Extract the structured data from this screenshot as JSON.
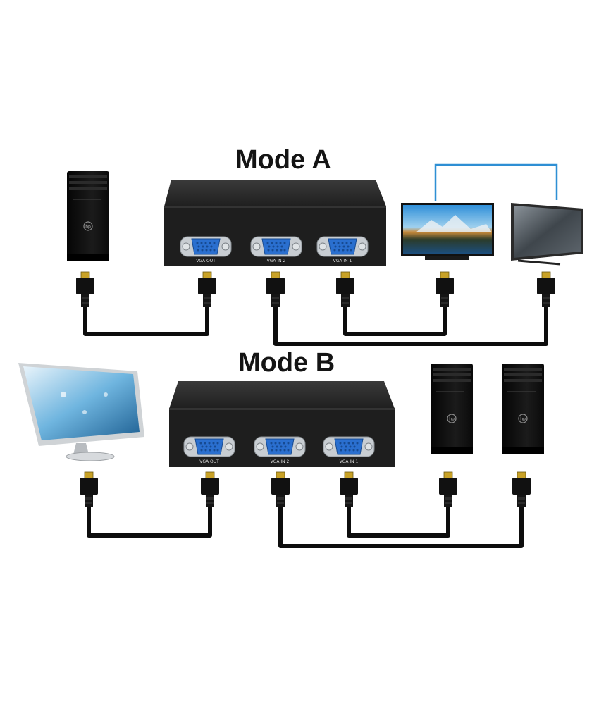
{
  "modes": [
    {
      "title": "Mode A",
      "switch": {
        "ports": [
          "VGA OUT",
          "VGA IN 2",
          "VGA IN 1"
        ]
      },
      "left_device": "pc-tower",
      "right_devices": [
        "monitor-landscape",
        "monitor-tv"
      ],
      "link_color": "#2e8fd4"
    },
    {
      "title": "Mode B",
      "switch": {
        "ports": [
          "VGA OUT",
          "VGA IN 2",
          "VGA IN 1"
        ]
      },
      "left_device": "monitor-silver",
      "right_devices": [
        "pc-tower",
        "pc-tower"
      ]
    }
  ],
  "brand_logo": "hp-logo-icon",
  "colors": {
    "switch_body": "#1e1e1e",
    "vga_port": "#2a6fcf",
    "cable": "#0d0d0d",
    "connector_gold": "#c9a227"
  }
}
